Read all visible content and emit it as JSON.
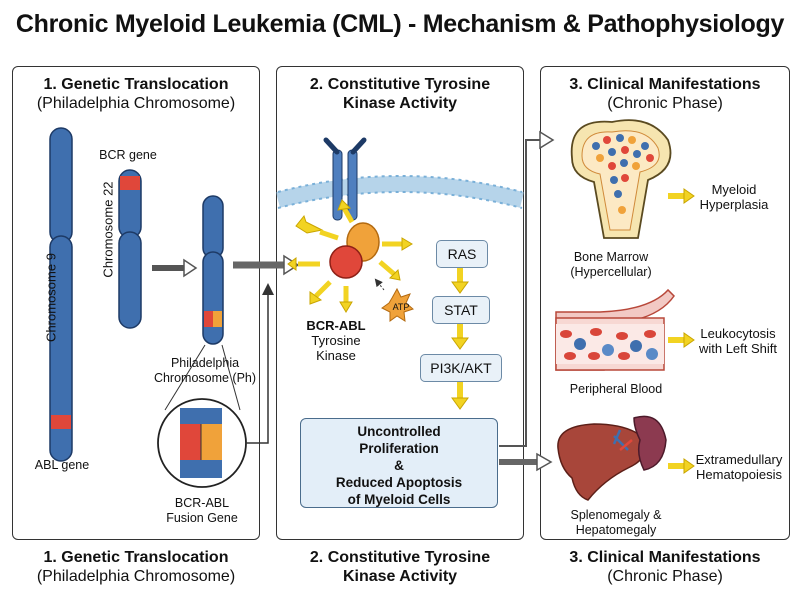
{
  "title": "Chronic Myeloid Leukemia (CML) - Mechanism & Pathophysiology",
  "panels": [
    {
      "heading": "1. Genetic Translocation",
      "subheading": "(Philadelphia Chromosome)"
    },
    {
      "heading": "2. Constitutive Tyrosine",
      "subheading": "Kinase Activity"
    },
    {
      "heading": "3. Clinical Manifestations",
      "subheading": "(Chronic Phase)"
    }
  ],
  "footers": [
    {
      "line1": "1. Genetic Translocation",
      "line2": "(Philadelphia Chromosome)"
    },
    {
      "line1": "2. Constitutive Tyrosine",
      "line2": "Kinase Activity"
    },
    {
      "line1": "3. Clinical Manifestations",
      "line2": "(Chronic Phase)"
    }
  ],
  "panel1": {
    "chrom9": "Chromosome 9",
    "chrom22": "Chromosome 22",
    "bcr_gene": "BCR gene",
    "abl_gene": "ABL gene",
    "ph_line1": "Philadelphia",
    "ph_line2": "Chromosome (Ph)",
    "fusion_line1": "BCR-ABL",
    "fusion_line2": "Fusion Gene"
  },
  "panel2": {
    "kinase_line1": "BCR-ABL",
    "kinase_line2": "Tyrosine",
    "kinase_line3": "Kinase",
    "atp": "ATP",
    "pathway": [
      "RAS",
      "STAT",
      "PI3K/AKT"
    ],
    "outcome": [
      "Uncontrolled",
      "Proliferation",
      "&",
      "Reduced Apoptosis",
      "of Myeloid Cells"
    ]
  },
  "panel3": {
    "marrow_line1": "Bone Marrow",
    "marrow_line2": "(Hypercellular)",
    "myeloid_line1": "Myeloid",
    "myeloid_line2": "Hyperplasia",
    "blood": "Peripheral Blood",
    "leuko_line1": "Leukocytosis",
    "leuko_line2": "with Left Shift",
    "organ_line1": "Splenomegaly &",
    "organ_line2": "Hepatomegaly",
    "extra_line1": "Extramedullary",
    "extra_line2": "Hematopoiesis"
  },
  "colors": {
    "chromosome": "#3f6fae",
    "abl": "#e0473a",
    "bcr_orange": "#f0a23a",
    "arrow_yellow": "#f2d322",
    "node_bg": "#e9f1f8"
  }
}
